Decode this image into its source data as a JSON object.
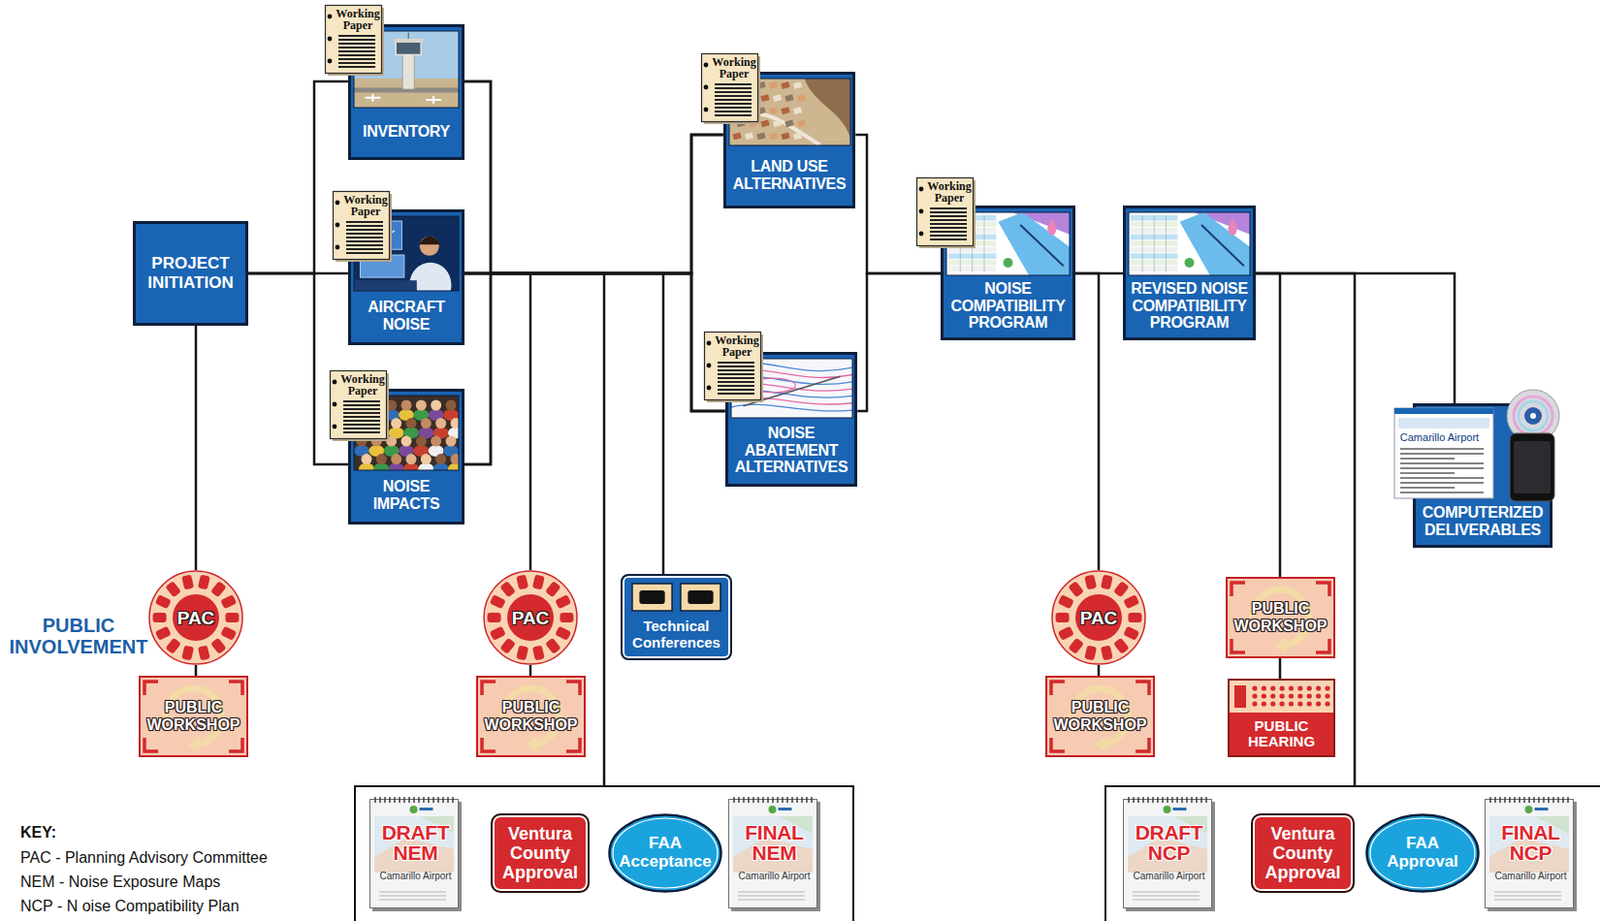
{
  "diagram": {
    "nodes": [
      {
        "text": [
          "PROJECT INITIATION"
        ]
      },
      {
        "text": [
          "INVENTORY"
        ]
      },
      {
        "text": [
          "AIRCRAFT NOISE"
        ]
      },
      {
        "text": [
          "NOISE IMPACTS"
        ]
      },
      {
        "text": [
          "LAND USE ALTERNATIVES"
        ]
      },
      {
        "text": [
          "NOISE ABATEMENT ALTERNATIVES"
        ]
      },
      {
        "text": [
          "NOISE COMPATIBILITY PROGRAM"
        ]
      },
      {
        "text": [
          "REVISED NOISE COMPATIBILITY PROGRAM"
        ]
      },
      {
        "text": [
          "Camarillo Airport",
          "COMPUTERIZED DELIVERABLES"
        ]
      },
      {
        "text": [
          "PAC"
        ]
      },
      {
        "text": [
          "PUBLIC WORKSHOP"
        ]
      },
      {
        "text": [
          "PAC"
        ]
      },
      {
        "text": [
          "PUBLIC WORKSHOP"
        ]
      },
      {
        "text": [
          "Technical Conferences"
        ]
      },
      {
        "text": [
          "PAC"
        ]
      },
      {
        "text": [
          "PUBLIC WORKSHOP"
        ]
      },
      {
        "text": [
          "PUBLIC WORKSHOP"
        ]
      },
      {
        "text": [
          "PUBLIC HEARING"
        ]
      },
      {
        "text": []
      },
      {
        "text": [
          "DRAFT NEM",
          "Camarillo Airport"
        ],
        "in": 18
      },
      {
        "text": [
          "Ventura County Approval"
        ],
        "in": 18
      },
      {
        "text": [
          "FAA Acceptance"
        ],
        "in": 18
      },
      {
        "text": [
          "FINAL NEM",
          "Camarillo Airport"
        ],
        "in": 18
      },
      {
        "text": []
      },
      {
        "text": [
          "DRAFT NCP",
          "Camarillo Airport"
        ],
        "in": 23
      },
      {
        "text": [
          "Ventura County Approval"
        ],
        "in": 23
      },
      {
        "text": [
          "FAA Approval"
        ],
        "in": 23
      },
      {
        "text": [
          "FINAL NCP",
          "Camarillo Airport"
        ],
        "in": 23
      }
    ],
    "edges": [
      {
        "from": 0,
        "to": 1,
        "arrow": "none"
      },
      {
        "from": 0,
        "to": 2,
        "arrow": "none"
      },
      {
        "from": 0,
        "to": 3,
        "arrow": "none"
      },
      {
        "from": 1,
        "to": 4,
        "arrow": "none"
      },
      {
        "from": 1,
        "to": 5,
        "arrow": "none"
      },
      {
        "from": 2,
        "to": 4,
        "arrow": "none"
      },
      {
        "from": 2,
        "to": 5,
        "arrow": "none"
      },
      {
        "from": 3,
        "to": 4,
        "arrow": "none"
      },
      {
        "from": 3,
        "to": 5,
        "arrow": "none"
      },
      {
        "from": 4,
        "to": 6,
        "arrow": "none"
      },
      {
        "from": 5,
        "to": 6,
        "arrow": "none"
      },
      {
        "from": 6,
        "to": 7,
        "arrow": "none"
      },
      {
        "from": 7,
        "to": 8,
        "arrow": "none"
      },
      {
        "from": 0,
        "to": 9,
        "arrow": "none"
      },
      {
        "from": 9,
        "to": 10,
        "arrow": "none"
      },
      {
        "from": 2,
        "to": 11,
        "arrow": "none"
      },
      {
        "from": 11,
        "to": 12,
        "arrow": "none"
      },
      {
        "from": 2,
        "to": 18,
        "arrow": "none"
      },
      {
        "from": 2,
        "to": 13,
        "arrow": "none"
      },
      {
        "from": 6,
        "to": 14,
        "arrow": "none"
      },
      {
        "from": 14,
        "to": 15,
        "arrow": "none"
      },
      {
        "from": 7,
        "to": 16,
        "arrow": "none"
      },
      {
        "from": 16,
        "to": 17,
        "arrow": "none"
      },
      {
        "from": 7,
        "to": 23,
        "arrow": "none"
      }
    ],
    "labels": [
      "Working Paper",
      "Working Paper",
      "Working Paper",
      "Working Paper",
      "Working Paper",
      "Working Paper",
      "PUBLIC INVOLVEMENT",
      "KEY:",
      "PAC - Planning Advisory Committee",
      "NEM - Noise Exposure Maps",
      "NCP - N oise Compatibility Plan"
    ]
  }
}
